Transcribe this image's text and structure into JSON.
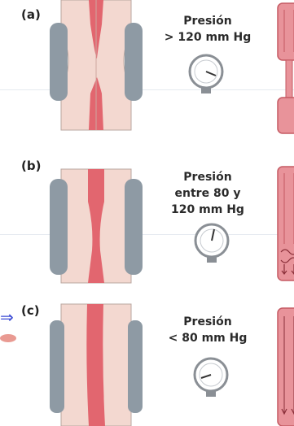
{
  "panels": [
    {
      "label": "(a)",
      "pressure_lines": [
        "Presión",
        "> 120 mm Hg"
      ]
    },
    {
      "label": "(b)",
      "pressure_lines": [
        "Presión",
        "entre 80 y",
        "120 mm Hg"
      ]
    },
    {
      "label": "(c)",
      "pressure_lines": [
        "Presión",
        "< 80 mm Hg"
      ]
    }
  ],
  "colors": {
    "vessel_wall": "#f3d8d0",
    "lumen": "#e2666f",
    "cuff": "#8e9aa4",
    "gauge_ring": "#8a8f95"
  }
}
